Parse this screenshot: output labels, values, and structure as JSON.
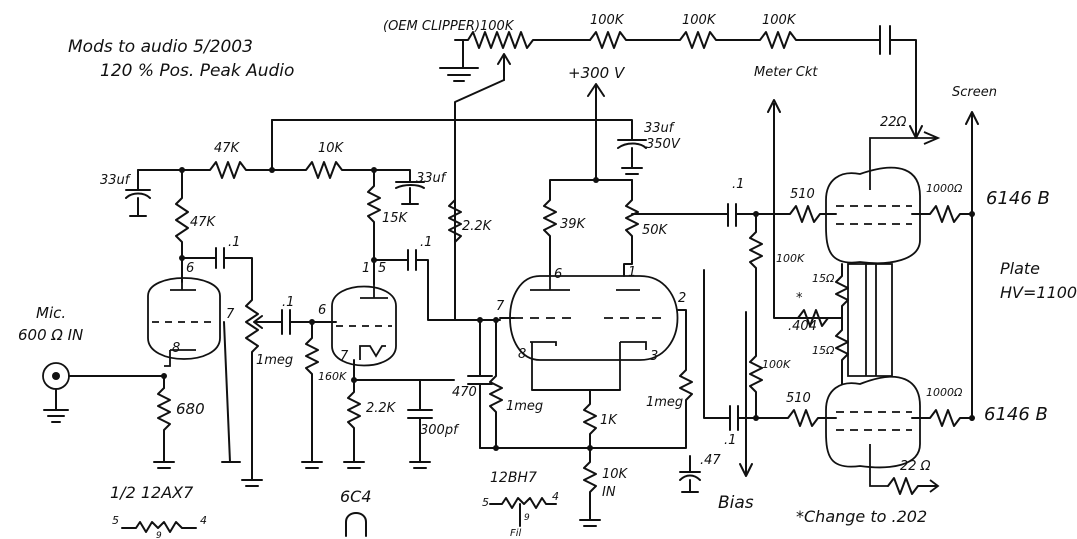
{
  "notes": {
    "title_line1": "Mods to audio 5/2003",
    "title_line2": "120 % Pos. Peak Audio",
    "change_note": "*Change to .202"
  },
  "labels": {
    "oem_clipper": "(OEM CLIPPER)100K",
    "r_top1": "100K",
    "r_top2": "100K",
    "r_top3": "100K",
    "b_plus": "+300 V",
    "meter": "Meter Ckt",
    "screen": "Screen",
    "c_filter_main_val": "33uf",
    "c_filter_main_volt": "350V",
    "r_47k_series": "47K",
    "r_10k_series": "10K",
    "c_33uf_left": "33uf",
    "c_33uf_mid": "33uf",
    "r_47k_plate": "47K",
    "r_15k_plate": "15K",
    "r_22k_plate": "2.2K",
    "r_39k": "39K",
    "r_50k": "50K",
    "c_01_a": ".1",
    "c_01_b": ".1",
    "c_01_c": ".1",
    "c_01_d": ".1",
    "c_01_e": ".1",
    "pin6_a": "6",
    "pin7_a": "7",
    "pin8_a": "8",
    "pin1_b": "1",
    "pin5_b": "5",
    "pin6_b": "6",
    "pin7_b": "7",
    "pin6_c": "6",
    "pin7_c": "7",
    "pin8_c": "8",
    "pin2_c": "2",
    "pin3_c": "3",
    "pin1_c": "1",
    "mic_label_1": "Mic.",
    "mic_label_2": "600 Ω IN",
    "r_680": "680",
    "pot_1meg": "1meg",
    "r_160k": "160K",
    "r_22k_cathode": "2.2K",
    "c_300pf": "300pf",
    "c_470": "470",
    "r_1meg_a": "1meg",
    "r_1meg_b": "1meg",
    "r_1k": "1K",
    "r_10k_in": "10K",
    "r_10k_in_sub": "IN",
    "c_47": ".47",
    "bias": "Bias",
    "r_510_top": "510",
    "r_510_bot": "510",
    "r_1000_top": "1000Ω",
    "r_1000_bot": "1000Ω",
    "r_22_top": "22Ω",
    "r_22_bot": "22 Ω",
    "r_100k_a": "100K",
    "r_100k_b": "100K",
    "r_star": "*",
    "r_404": ".404",
    "r_15_a": "15Ω",
    "r_15_b": "15Ω",
    "tube_6146_top": "6146 B",
    "tube_6146_bot": "6146 B",
    "plate_1": "Plate",
    "plate_2": "HV=1100",
    "tube_12ax7": "1/2 12AX7",
    "tube_6c4": "6C4",
    "tube_12bh7": "12BH7",
    "fil": "Fil",
    "heater_5_a": "5",
    "heater_4_a": "4",
    "heater_9_a": "9",
    "heater_5_b": "5",
    "heater_4_b": "4",
    "heater_9_b": "9"
  }
}
